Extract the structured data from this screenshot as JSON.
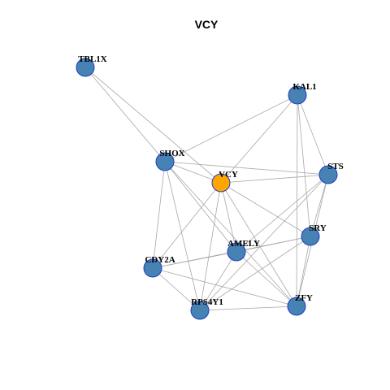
{
  "title": "VCY",
  "colors": {
    "focus_node": "#FFA500",
    "node": "#4682B4",
    "node_border": "#1F3FBF",
    "edge": "#A8A8A8"
  },
  "nodes": [
    {
      "id": "TBL1X",
      "label": "TBL1X",
      "focus": false
    },
    {
      "id": "KAL1",
      "label": "KAL1",
      "focus": false
    },
    {
      "id": "SHOX",
      "label": "SHOX",
      "focus": false
    },
    {
      "id": "VCY",
      "label": "VCY",
      "focus": true
    },
    {
      "id": "STS",
      "label": "STS",
      "focus": false
    },
    {
      "id": "SRY",
      "label": "SRY",
      "focus": false
    },
    {
      "id": "AMELY",
      "label": "AMELY",
      "focus": false
    },
    {
      "id": "CDY2A",
      "label": "CDY2A",
      "focus": false
    },
    {
      "id": "RPS4Y1",
      "label": "RPS4Y1",
      "focus": false
    },
    {
      "id": "ZFY",
      "label": "ZFY",
      "focus": false
    }
  ],
  "edges": [
    [
      "TBL1X",
      "SHOX"
    ],
    [
      "TBL1X",
      "VCY"
    ],
    [
      "KAL1",
      "SHOX"
    ],
    [
      "KAL1",
      "VCY"
    ],
    [
      "KAL1",
      "STS"
    ],
    [
      "KAL1",
      "SRY"
    ],
    [
      "KAL1",
      "ZFY"
    ],
    [
      "SHOX",
      "VCY"
    ],
    [
      "SHOX",
      "STS"
    ],
    [
      "SHOX",
      "AMELY"
    ],
    [
      "SHOX",
      "CDY2A"
    ],
    [
      "SHOX",
      "RPS4Y1"
    ],
    [
      "SHOX",
      "ZFY"
    ],
    [
      "VCY",
      "STS"
    ],
    [
      "VCY",
      "SRY"
    ],
    [
      "VCY",
      "AMELY"
    ],
    [
      "VCY",
      "CDY2A"
    ],
    [
      "VCY",
      "RPS4Y1"
    ],
    [
      "VCY",
      "ZFY"
    ],
    [
      "STS",
      "SRY"
    ],
    [
      "STS",
      "AMELY"
    ],
    [
      "STS",
      "ZFY"
    ],
    [
      "STS",
      "RPS4Y1"
    ],
    [
      "SRY",
      "AMELY"
    ],
    [
      "SRY",
      "RPS4Y1"
    ],
    [
      "SRY",
      "ZFY"
    ],
    [
      "SRY",
      "CDY2A"
    ],
    [
      "AMELY",
      "CDY2A"
    ],
    [
      "AMELY",
      "RPS4Y1"
    ],
    [
      "AMELY",
      "ZFY"
    ],
    [
      "CDY2A",
      "RPS4Y1"
    ],
    [
      "CDY2A",
      "ZFY"
    ],
    [
      "RPS4Y1",
      "ZFY"
    ]
  ]
}
